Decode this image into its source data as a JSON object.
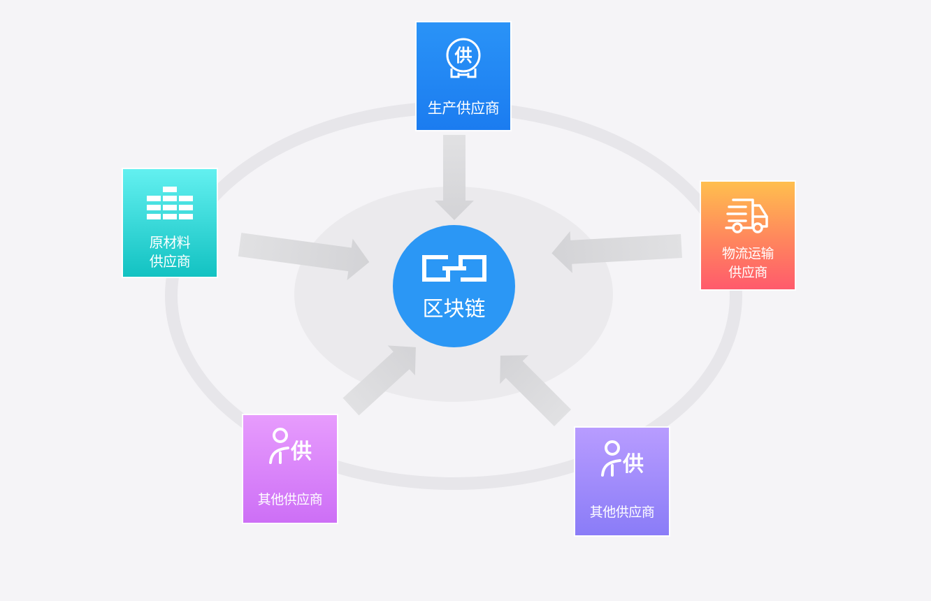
{
  "diagram": {
    "type": "hub-and-spoke",
    "background_color": "#f5f4f7",
    "ring_color": "#e7e6ea",
    "inner_disc_color": "#ebeaed",
    "arrow_color": "#d7d7da"
  },
  "hub": {
    "label": "区块链",
    "icon": "chain-link-icon",
    "color": "#2b97f5"
  },
  "nodes": [
    {
      "id": "production",
      "label": "生产供应商",
      "icon": "supply-stamp-icon",
      "icon_char": "供",
      "gradient": [
        "#2a93f7",
        "#1b7cf0"
      ],
      "arrow_direction": "down-to-hub"
    },
    {
      "id": "raw-material",
      "label": "原材料\n供应商",
      "icon": "bar-blocks-icon",
      "gradient": [
        "#63f0f0",
        "#12c2c2"
      ],
      "arrow_direction": "right-to-hub"
    },
    {
      "id": "logistics",
      "label": "物流运输\n供应商",
      "icon": "delivery-truck-icon",
      "gradient": [
        "#ffbf4e",
        "#ff5a6c"
      ],
      "arrow_direction": "left-to-hub"
    },
    {
      "id": "other-1",
      "label": "其他供应商",
      "icon": "person-supplier-icon",
      "icon_char": "供",
      "gradient": [
        "#e79cfd",
        "#cd6ff6"
      ],
      "arrow_direction": "up-right-to-hub"
    },
    {
      "id": "other-2",
      "label": "其他供应商",
      "icon": "person-supplier-icon",
      "icon_char": "供",
      "gradient": [
        "#b89cff",
        "#8a7cf7"
      ],
      "arrow_direction": "up-left-to-hub"
    }
  ]
}
